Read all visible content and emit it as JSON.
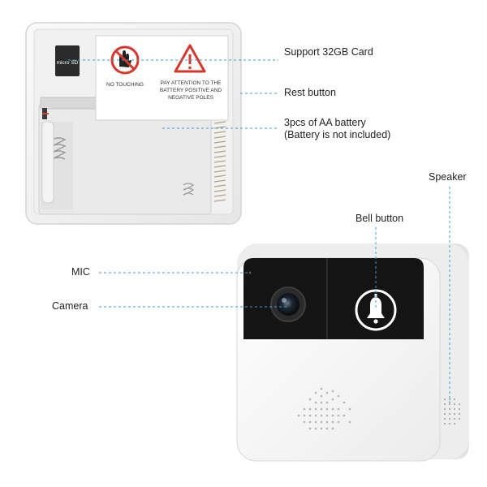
{
  "labels": {
    "sd_card": "Support 32GB Card",
    "rest_button": "Rest button",
    "battery_line1": "3pcs of AA battery",
    "battery_line2": "(Battery is not included)",
    "speaker": "Speaker",
    "bell_button": "Bell button",
    "mic": "MIC",
    "camera": "Camera"
  },
  "sticker": {
    "no_touching": "NO TOUCHING",
    "warning_line1": "PAY ATTENTION TO THE",
    "warning_line2": "BATTERY POSITIVE AND",
    "warning_line3": "NEGATIVE POLES",
    "sd_logo": "micro SD"
  },
  "colors": {
    "leader_line": "#3aa0cf",
    "warning_red": "#d9362b",
    "device_white": "#f7f7f7",
    "device_panel": "#141414"
  },
  "icons": {
    "bell": "bell-icon",
    "camera": "camera-lens-icon",
    "no_touch": "no-touch-hand-icon",
    "warning": "warning-triangle-icon"
  }
}
